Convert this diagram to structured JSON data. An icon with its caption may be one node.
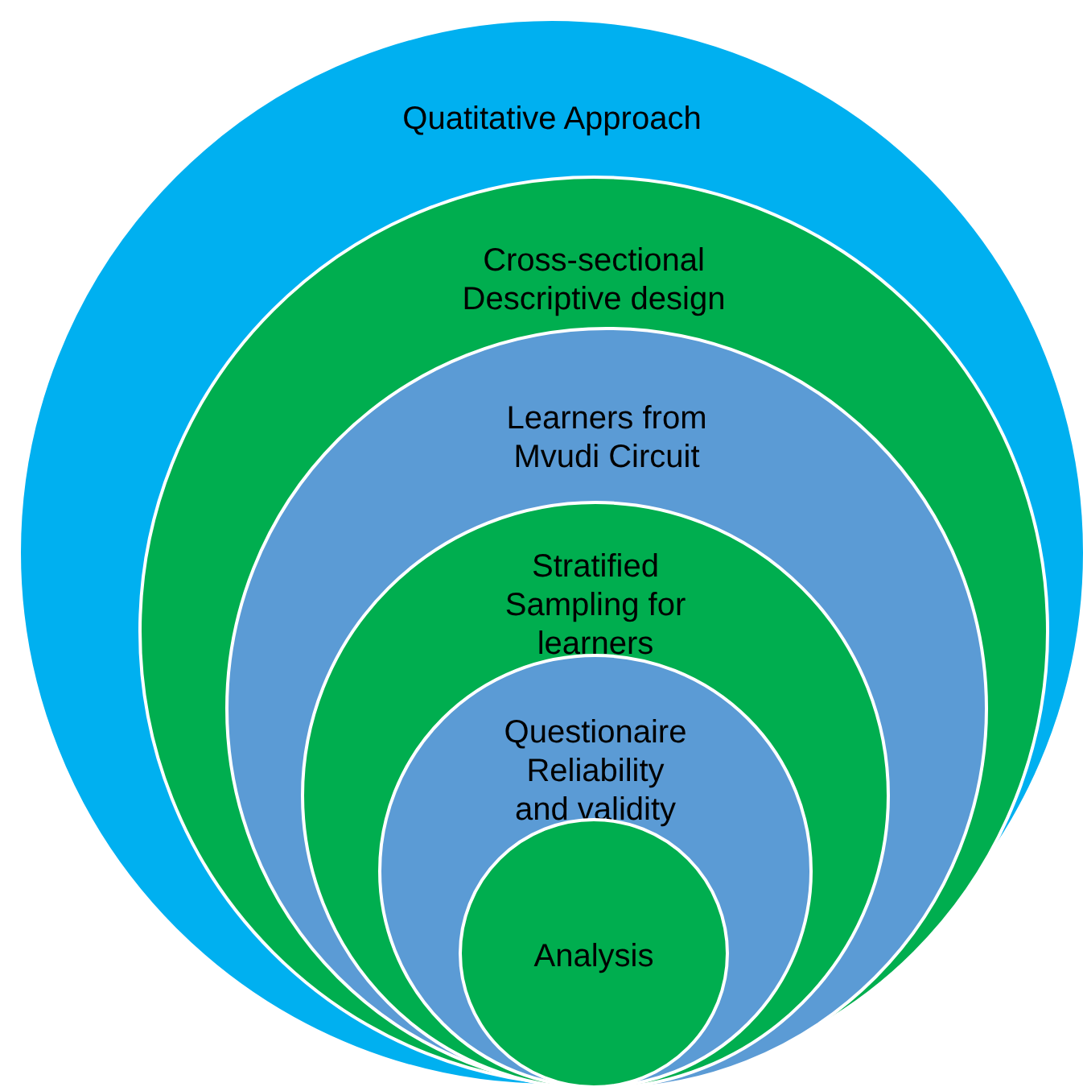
{
  "diagram": {
    "nodes": [
      {
        "text": [
          "Quatitative Approach"
        ]
      },
      {
        "text": [
          "Cross-sectional Descriptive design"
        ],
        "in": 0
      },
      {
        "text": [
          "Learners from Mvudi Circuit"
        ],
        "in": 1
      },
      {
        "text": [
          "Stratified Sampling for learners"
        ],
        "in": 2
      },
      {
        "text": [
          "Questionaire Reliability and validity"
        ],
        "in": 3
      },
      {
        "text": [
          "Analysis"
        ],
        "in": 4
      }
    ]
  }
}
